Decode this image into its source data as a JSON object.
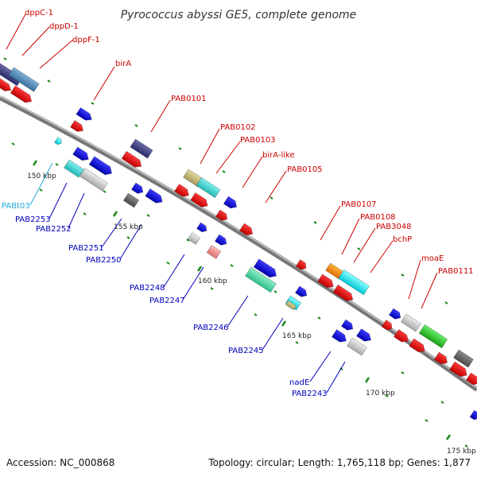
{
  "header": {
    "title": "Pyrococcus abyssi GE5, complete genome"
  },
  "footer": {
    "accession": "Accession: NC_000868",
    "summary": "Topology: circular; Length: 1,765,118 bp; Genes: 1,877"
  },
  "colors": {
    "forward_label": "#cc0000",
    "reverse_label": "#0000bb",
    "trna_label": "#22aadd",
    "backbone": "#888888",
    "tick": "#1a8a1a"
  },
  "ticks": [
    "150 kbp",
    "155 kbp",
    "160 kbp",
    "165 kbp",
    "170 kbp",
    "175 kbp"
  ],
  "forward_genes": [
    "dppC-1",
    "dppD-1",
    "dppF-1",
    "birA",
    "PAB0101",
    "PAB0102",
    "PAB0103",
    "birA-like",
    "PAB0105",
    "PAB0107",
    "PAB0108",
    "PAB3048",
    "bchP",
    "moaE",
    "PAB0111"
  ],
  "reverse_genes": [
    "PAB2253",
    "PAB2252",
    "PAB2251",
    "PAB2250",
    "PAB2248",
    "PAB2247",
    "PAB2246",
    "PAB2245",
    "nadE",
    "PAB2243"
  ],
  "rna_genes": [
    "PABt03"
  ]
}
